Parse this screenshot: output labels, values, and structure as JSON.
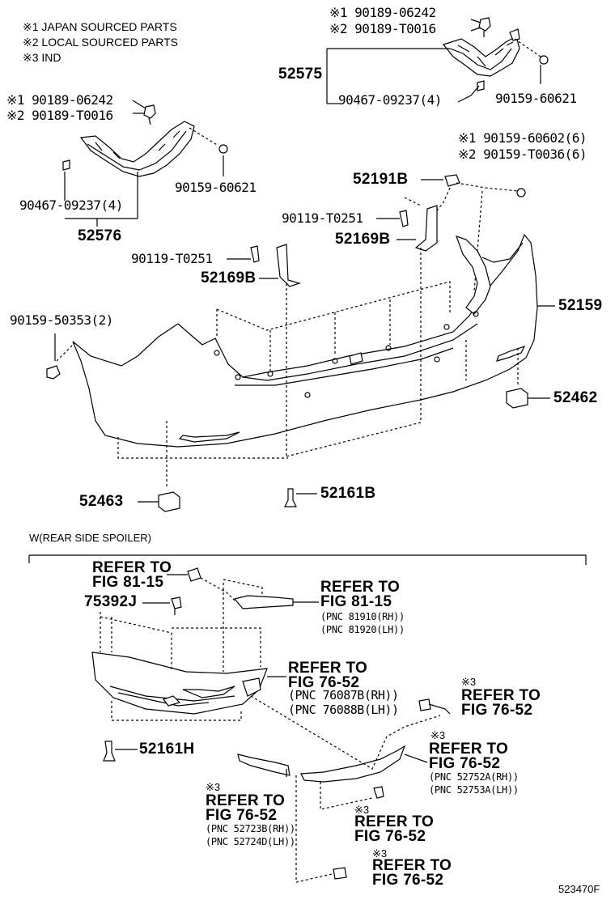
{
  "legend": [
    "※1 JAPAN SOURCED PARTS",
    "※2 LOCAL SOURCED PARTS",
    "※3 IND"
  ],
  "labels": {
    "a1": "※1 90189-06242",
    "a2": "※2 90189-T0016",
    "a3": "52575",
    "a4": "90467-09237(4)",
    "a5": "90159-60621",
    "b1": "※1 90189-06242",
    "b2": "※2 90189-T0016",
    "b3": "90159-60621",
    "b4": "90467-09237(4)",
    "b5": "52576",
    "c1": "※1 90159-60602(6)",
    "c2": "※2 90159-T0036(6)",
    "c3": "52191B",
    "c4": "90119-T0251",
    "c5": "52169B",
    "c6": "90119-T0251",
    "c7": "52169B",
    "c8": "52159",
    "c9": "90159-50353(2)",
    "c10": "52462",
    "c11": "52463",
    "c12": "52161B"
  },
  "spoiler": {
    "title": "W(REAR SIDE SPOILER)",
    "s1a": "REFER TO",
    "s1b": "FIG 81-15",
    "s2": "75392J",
    "s3a": "REFER TO",
    "s3b": "FIG 81-15",
    "s3c": "(PNC 81910(RH))",
    "s3d": "(PNC 81920(LH))",
    "s4a": "REFER TO",
    "s4b": "FIG 76-52",
    "s4c": "(PNC 76087B(RH))",
    "s4d": "(PNC 76088B(LH))",
    "s5m": "※3",
    "s5a": "REFER TO",
    "s5b": "FIG 76-52",
    "s6": "52161H",
    "s7m": "※3",
    "s7a": "REFER TO",
    "s7b": "FIG 76-52",
    "s7c": "(PNC 52752A(RH))",
    "s7d": "(PNC 52753A(LH))",
    "s8m": "※3",
    "s8a": "REFER TO",
    "s8b": "FIG 76-52",
    "s8c": "(PNC 52723B(RH))",
    "s8d": "(PNC 52724D(LH))",
    "s9m": "※3",
    "s9a": "REFER TO",
    "s9b": "FIG 76-52",
    "s10m": "※3",
    "s10a": "REFER TO",
    "s10b": "FIG 76-52"
  },
  "figure_code": "523470F"
}
